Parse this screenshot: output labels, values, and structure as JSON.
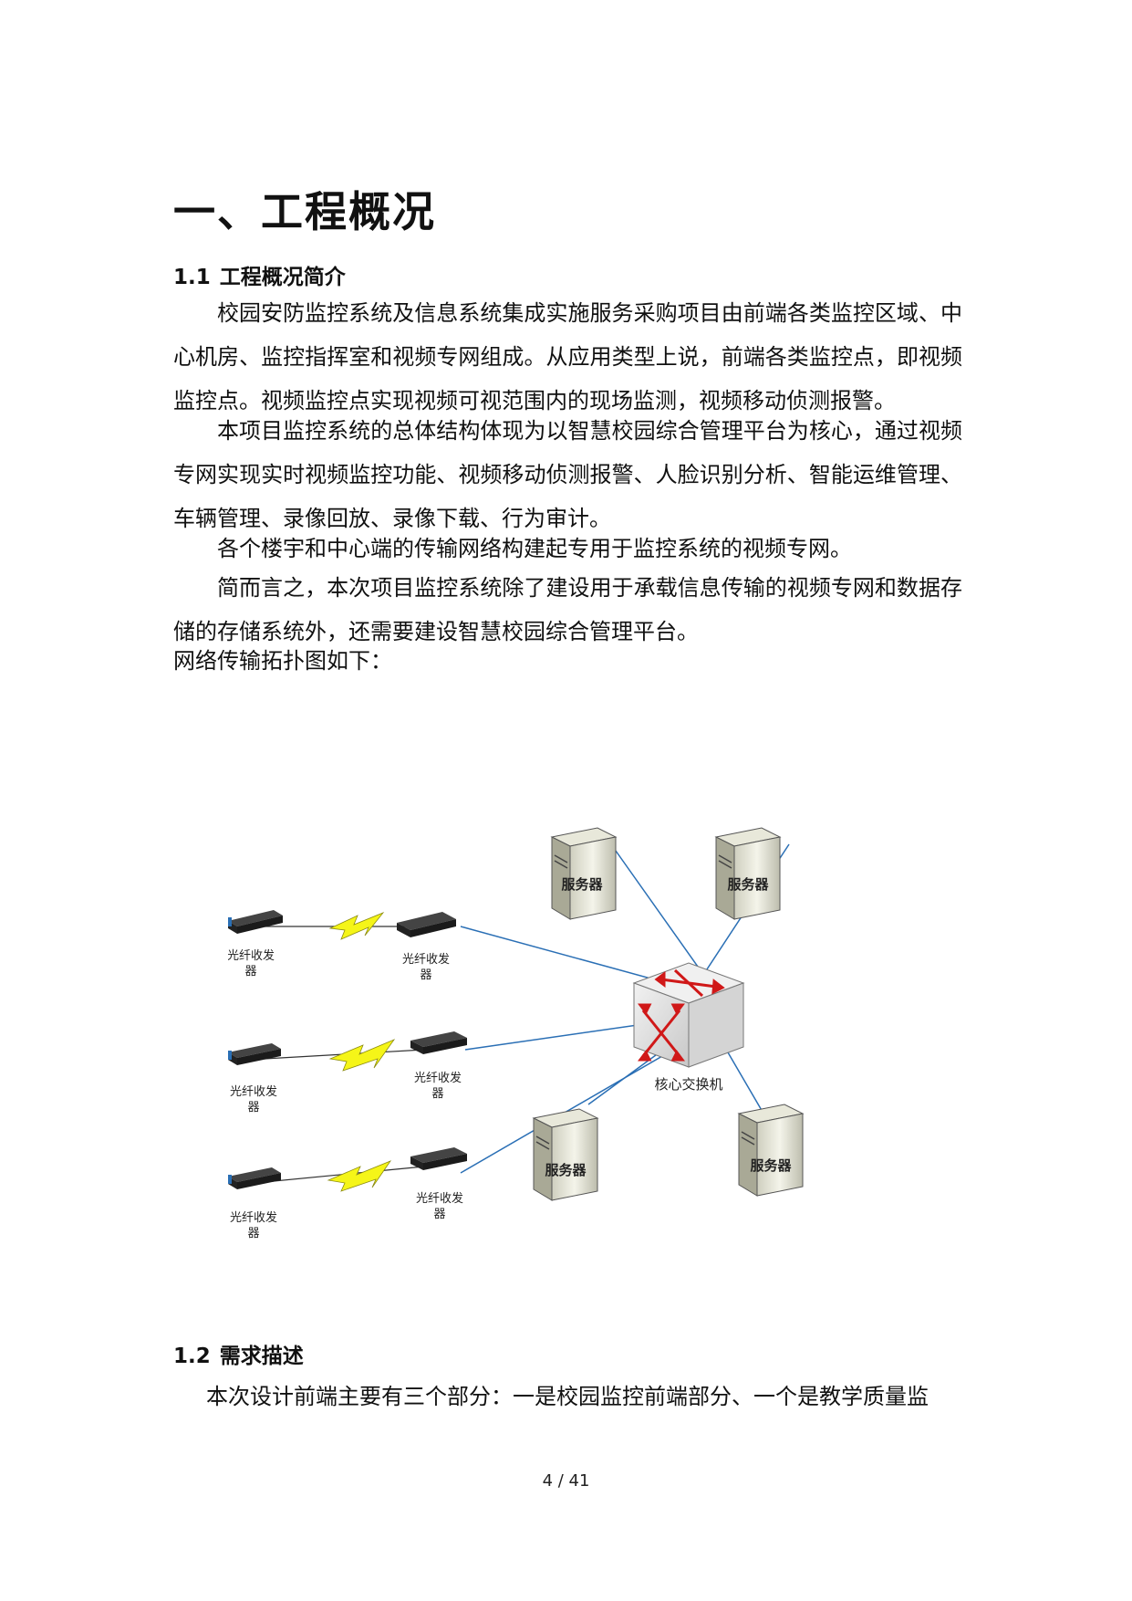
{
  "heading": "一、工程概况",
  "section1": {
    "number": "1.1",
    "title": "工程概况简介",
    "paragraphs": [
      "校园安防监控系统及信息系统集成实施服务采购项目由前端各类监控区域、中心机房、监控指挥室和视频专网组成。从应用类型上说，前端各类监控点，即视频监控点。视频监控点实现视频可视范围内的现场监测，视频移动侦测报警。",
      "本项目监控系统的总体结构体现为以智慧校园综合管理平台为核心，通过视频专网实现实时视频监控功能、视频移动侦测报警、人脸识别分析、智能运维管理、车辆管理、录像回放、录像下载、行为审计。",
      "各个楼宇和中心端的传输网络构建起专用于监控系统的视频专网。",
      "简而言之，本次项目监控系统除了建设用于承载信息传输的视频专网和数据存储的存储系统外，还需要建设智慧校园综合管理平台。"
    ],
    "diagram_intro": "网络传输拓扑图如下："
  },
  "diagram": {
    "transceiver_label_line1": "光纤收发",
    "transceiver_label_line2": "器",
    "server_label": "服务器",
    "switch_label": "核心交换机"
  },
  "section2": {
    "number": "1.2",
    "title": "需求描述",
    "paragraph": "本次设计前端主要有三个部分：一是校园监控前端部分、一个是教学质量监"
  },
  "footer": {
    "page_indicator": "4 / 41"
  }
}
